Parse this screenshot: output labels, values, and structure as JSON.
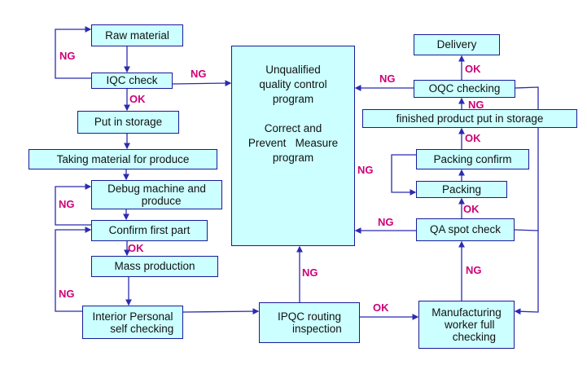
{
  "title": "Quality control process flowchart",
  "colors": {
    "box_fill": "#ccffff",
    "box_border": "#1a1a99",
    "connector": "#2b2bb0",
    "label": "#cc0077"
  },
  "nodes": {
    "raw_material": "Raw material",
    "iqc_check": "IQC check",
    "put_in_storage": "Put in storage",
    "taking_material": "Taking material for produce",
    "debug_machine": "Debug machine and\n   produce",
    "confirm_first_part": "Confirm first part",
    "mass_production": "Mass production",
    "interior_self_checking": "Interior Personal\n      self checking",
    "central_program": "Unqualified\nquality control\nprogram\n\nCorrect and\nPrevent   Measure\nprogram",
    "ipqc_routing": "IPQC routing\n     inspection",
    "manufacturing_full_checking": "Manufacturing\n  worker full\n     checking",
    "qa_spot_check": "QA spot check",
    "packing": "Packing",
    "packing_confirm": "Packing confirm",
    "finished_storage": "finished product put in storage",
    "oqc_checking": "OQC checking",
    "delivery": "Delivery"
  },
  "labels": {
    "ng_raw_loop": "NG",
    "ng_iqc_to_center": "NG",
    "ok_iqc": "OK",
    "ng_debug_loop": "NG",
    "ok_confirm": "OK",
    "ng_interior_loop": "NG",
    "ng_ipqc_to_center": "NG",
    "ok_ipqc": "OK",
    "ng_mfg_to_qa": "NG",
    "ng_qa_to_center": "NG",
    "ok_qa": "OK",
    "ng_right_side": "NG",
    "ok_packing_confirm": "OK",
    "ng_oqc_storage": "NG",
    "ng_oqc_to_center": "NG",
    "ok_oqc": "OK"
  }
}
